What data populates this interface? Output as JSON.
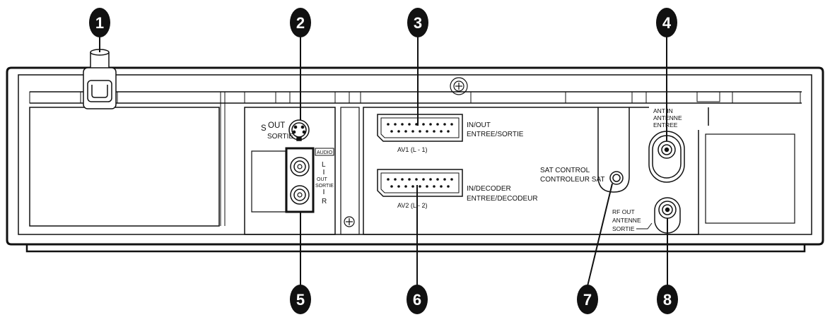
{
  "callouts": [
    "1",
    "2",
    "3",
    "4",
    "5",
    "6",
    "7",
    "8"
  ],
  "labels": {
    "s_video": "S",
    "out": "OUT",
    "sortie": "SORTIE",
    "audio": "AUDIO",
    "audio_l": "L",
    "audio_out": "OUT",
    "audio_sortie": "SORTIE",
    "audio_r": "R",
    "av1_inout": "IN/OUT",
    "av1_entree_sortie": "ENTREE/SORTIE",
    "av1": "AV1 (L - 1)",
    "av2_indecoder": "IN/DECODER",
    "av2_entree_decodeur": "ENTREE/DECODEUR",
    "av2": "AV2 (L - 2)",
    "sat_control": "SAT CONTROL",
    "controleur_sat": "CONTROLEUR SAT",
    "antenna_in": "ANT IN",
    "antenne": "ANTENNE",
    "entree": "ENTREE",
    "rf_out": "RF OUT",
    "rf_antenne": "ANTENNE",
    "rf_sortie": "SORTIE"
  }
}
